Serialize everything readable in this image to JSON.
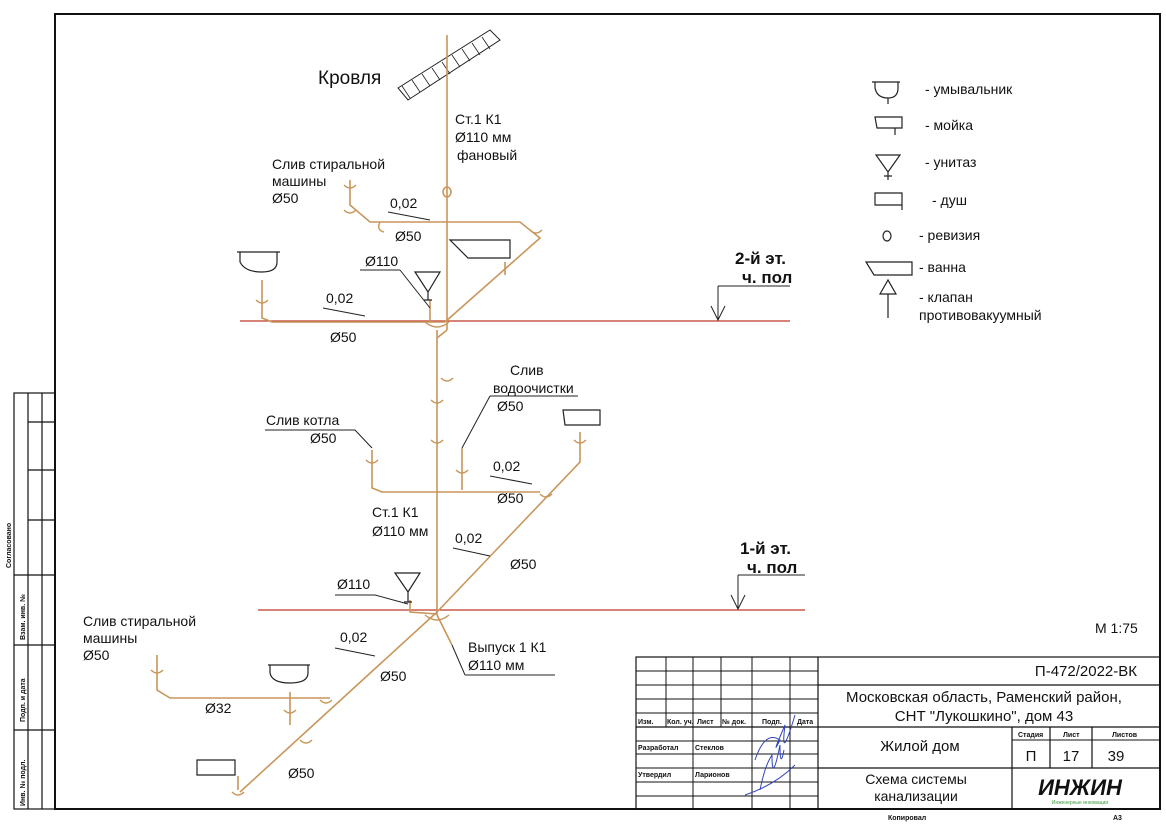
{
  "drawing": {
    "roof_label": "Кровля",
    "riser_top": [
      "Ст.1  К1",
      "Ø110 мм",
      "фановый"
    ],
    "floor2": {
      "line1": "2-й эт.",
      "line2": "ч. пол"
    },
    "floor1": {
      "line1": "1-й эт.",
      "line2": "ч. пол"
    },
    "f2_washer": [
      "Слив стиральной",
      "машины",
      "Ø50"
    ],
    "f2_slope_a": "0,02",
    "f2_d50_a": "Ø50",
    "f2_d110": "Ø110",
    "f2_slope_b": "0,02",
    "f2_d50_b": "Ø50",
    "boiler": [
      "Слив котла",
      "Ø50"
    ],
    "water_treat": [
      "Слив",
      "водоочистки",
      "Ø50"
    ],
    "f1_slope_a": "0,02",
    "f1_d50_a": "Ø50",
    "riser_mid": [
      "Ст.1  К1",
      "Ø110 мм"
    ],
    "f1_slope_b": "0,02",
    "f1_d50_b": "Ø50",
    "f1_d110": "Ø110",
    "f1_washer": [
      "Слив стиральной",
      "машины",
      "Ø50"
    ],
    "f1_slope_c": "0,02",
    "f1_d50_c": "Ø50",
    "f1_d32": "Ø32",
    "f1_d50_d": "Ø50",
    "outlet": [
      "Выпуск 1 К1",
      "Ø110 мм"
    ],
    "scale": "М 1:75"
  },
  "legend": [
    {
      "icon": "washbasin-icon",
      "label": "- умывальник"
    },
    {
      "icon": "sink-icon",
      "label": "- мойка"
    },
    {
      "icon": "toilet-icon",
      "label": "- унитаз"
    },
    {
      "icon": "shower-icon",
      "label": "- душ"
    },
    {
      "icon": "revision-icon",
      "label": "- ревизия"
    },
    {
      "icon": "bathtub-icon",
      "label": "- ванна"
    },
    {
      "icon": "vacuum-valve-icon",
      "label": "- клапан",
      "label2": "противовакуумный"
    }
  ],
  "side_stamp": [
    "Согласовано",
    "Взам. инв. №",
    "Подп. и дата",
    "Инв. № подл."
  ],
  "title_block": {
    "code": "П-472/2022-ВК",
    "address1": "Московская область, Раменский район,",
    "address2": "СНТ \"Лукошкино\", дом 43",
    "headers": [
      "Изм.",
      "Кол. уч.",
      "Лист",
      "№ док.",
      "Подп.",
      "Дата"
    ],
    "roles": [
      {
        "role": "Разработал",
        "name": "Стеклов"
      },
      {
        "role": "Утвердил",
        "name": "Ларионов"
      }
    ],
    "object": "Жилой дом",
    "stage_header": "Стадия",
    "sheet_header": "Лист",
    "sheets_header": "Листов",
    "stage": "П",
    "sheet": "17",
    "sheets": "39",
    "title1": "Схема системы",
    "title2": "канализации",
    "logo": "ИНЖИН",
    "logo_sub": "Инженерные инновации"
  },
  "footer": {
    "copied": "Копировал",
    "format": "А3"
  },
  "colors": {
    "pipe": "#c8965a",
    "floor_line": "#c0392b",
    "logo_green": "#3a9a3a"
  }
}
